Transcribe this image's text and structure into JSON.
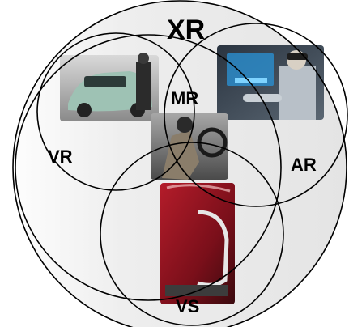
{
  "diagram": {
    "labels": {
      "xr": "XR",
      "mr": "MR",
      "vr": "VR",
      "ar": "AR",
      "vs": "VS"
    },
    "photos": [
      "car-in-showroom-photo",
      "engineer-with-headset-photo",
      "driving-simulator-photo",
      "red-car-front-detail-photo"
    ],
    "colors": {
      "outline": "#000000",
      "region_fill": "#eeeeee",
      "car_green": "#9ec2b4",
      "car_red": "#8e1420",
      "screen_blue": "#2b8fd0"
    }
  }
}
